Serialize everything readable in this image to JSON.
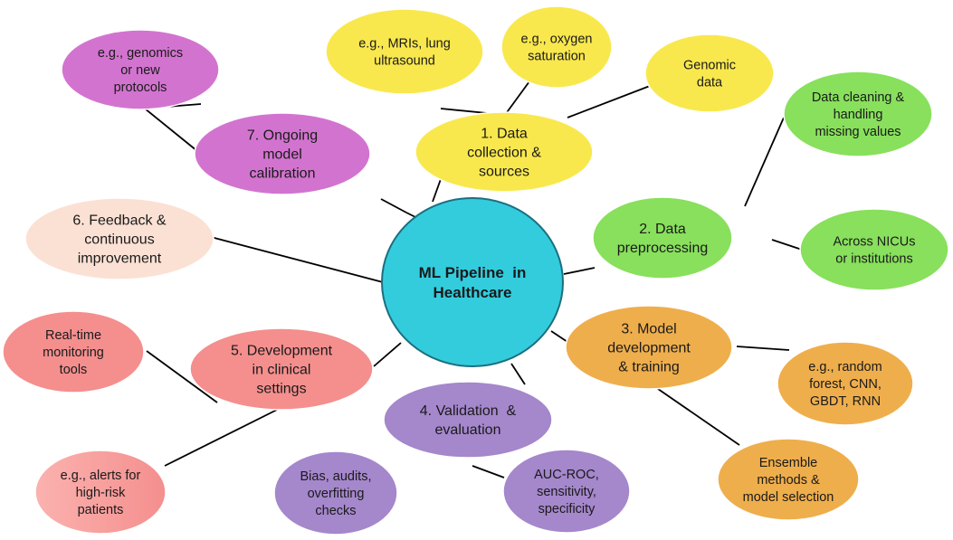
{
  "colors": {
    "center": "#33CCDD",
    "yellow": "#F9E84D",
    "green": "#88E05C",
    "orange": "#EFAE4C",
    "purple": "#A587CC",
    "pink": "#F48F8E",
    "peach": "#FBE1D4",
    "magenta": "#D274CF",
    "edge": "#000000"
  },
  "center": {
    "lines": [
      "ML Pipeline  in",
      "Healthcare"
    ]
  },
  "stages": [
    {
      "id": "stage-1-data-collection",
      "lines": [
        "1. Data",
        "collection &",
        "sources"
      ]
    },
    {
      "id": "stage-2-data-preprocessing",
      "lines": [
        "2. Data",
        "preprocessing"
      ]
    },
    {
      "id": "stage-3-model-development",
      "lines": [
        "3. Model",
        "development",
        "& training"
      ]
    },
    {
      "id": "stage-4-validation",
      "lines": [
        "4. Validation  &",
        "evaluation"
      ]
    },
    {
      "id": "stage-5-development-clinical",
      "lines": [
        "5. Development",
        "in clinical",
        "settings"
      ]
    },
    {
      "id": "stage-6-feedback",
      "lines": [
        "6. Feedback &",
        "continuous",
        "improvement"
      ]
    },
    {
      "id": "stage-7-ongoing-calibration",
      "lines": [
        "7. Ongoing",
        "model",
        "calibration"
      ]
    }
  ],
  "details": [
    {
      "id": "detail-mris",
      "lines": [
        "e.g., MRIs, lung",
        "ultrasound"
      ]
    },
    {
      "id": "detail-oxygen",
      "lines": [
        "e.g., oxygen",
        "saturation"
      ]
    },
    {
      "id": "detail-genomic",
      "lines": [
        "Genomic",
        "data"
      ]
    },
    {
      "id": "detail-cleaning",
      "lines": [
        "Data cleaning &",
        "handling",
        "missing values"
      ]
    },
    {
      "id": "detail-nicus",
      "lines": [
        "Across NICUs",
        "or institutions"
      ]
    },
    {
      "id": "detail-random-forest",
      "lines": [
        "e.g., random",
        "forest, CNN,",
        "GBDT, RNN"
      ]
    },
    {
      "id": "detail-ensemble",
      "lines": [
        "Ensemble",
        "methods &",
        "model selection"
      ]
    },
    {
      "id": "detail-auc-roc",
      "lines": [
        "AUC-ROC,",
        "sensitivity,",
        "specificity"
      ]
    },
    {
      "id": "detail-bias",
      "lines": [
        "Bias, audits,",
        "overfitting",
        "checks"
      ]
    },
    {
      "id": "detail-realtime",
      "lines": [
        "Real-time",
        "monitoring",
        "tools"
      ]
    },
    {
      "id": "detail-alerts",
      "lines": [
        "e.g., alerts for",
        "high-risk",
        "patients"
      ]
    },
    {
      "id": "detail-genomics-protocols",
      "lines": [
        "e.g., genomics",
        "or new",
        "protocols"
      ]
    }
  ]
}
